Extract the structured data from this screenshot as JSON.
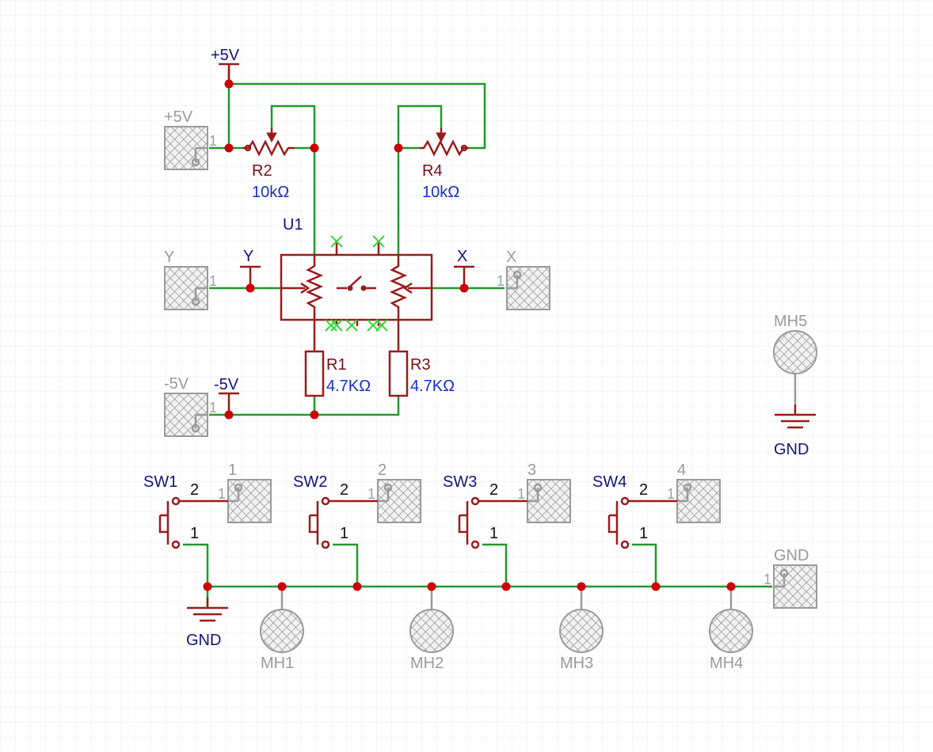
{
  "colors": {
    "wire": "#1f9a2a",
    "component": "#9a1b1b",
    "junction": "#cc0000",
    "value_text": "#1a2ec8",
    "net_text": "#10147a",
    "pad_text": "#9a9a9a",
    "no_connect": "#3ad63a"
  },
  "power": {
    "vcc": "+5V",
    "vee": "-5V",
    "gnd": "GND"
  },
  "pots": {
    "r2": {
      "ref": "R2",
      "value": "10kΩ"
    },
    "r4": {
      "ref": "R4",
      "value": "10kΩ"
    }
  },
  "resistors": {
    "r1": {
      "ref": "R1",
      "value": "4.7KΩ"
    },
    "r3": {
      "ref": "R3",
      "value": "4.7KΩ"
    }
  },
  "joystick": {
    "ref": "U1"
  },
  "nets": {
    "x": "X",
    "y": "Y"
  },
  "pads": {
    "p_vcc": {
      "label": "+5V",
      "pin": "1"
    },
    "p_y": {
      "label": "Y",
      "pin": "1"
    },
    "p_x": {
      "label": "X",
      "pin": "1"
    },
    "p_vee": {
      "label": "-5V",
      "pin": "1"
    },
    "p_gnd": {
      "label": "GND",
      "pin": "1"
    },
    "p1": {
      "label": "1",
      "pin": "1"
    },
    "p2": {
      "label": "2",
      "pin": "1"
    },
    "p3": {
      "label": "3",
      "pin": "1"
    },
    "p4": {
      "label": "4",
      "pin": "1"
    }
  },
  "switches": [
    {
      "ref": "SW1",
      "pin_top": "2",
      "pin_bottom": "1"
    },
    {
      "ref": "SW2",
      "pin_top": "2",
      "pin_bottom": "1"
    },
    {
      "ref": "SW3",
      "pin_top": "2",
      "pin_bottom": "1"
    },
    {
      "ref": "SW4",
      "pin_top": "2",
      "pin_bottom": "1"
    }
  ],
  "mounting_holes": [
    "MH1",
    "MH2",
    "MH3",
    "MH4",
    "MH5"
  ]
}
